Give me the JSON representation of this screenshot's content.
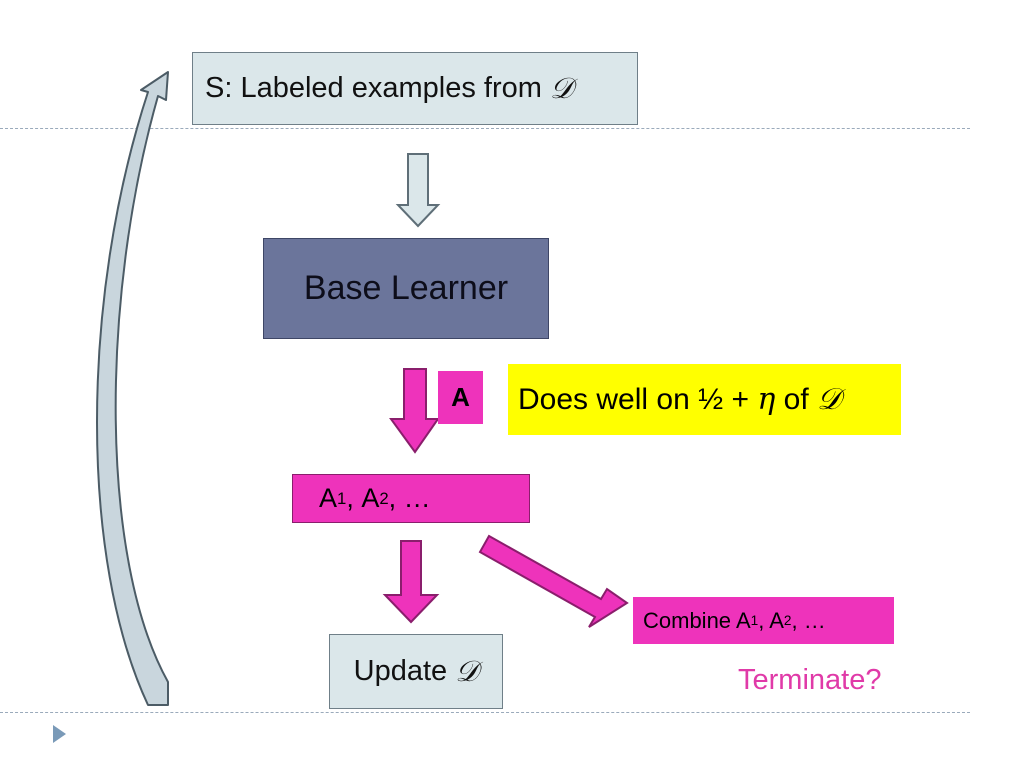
{
  "source": {
    "prefix": "S: Labeled examples from",
    "symbol": "𝒟"
  },
  "learner": {
    "label": "Base Learner"
  },
  "hypothesis_tag": {
    "label": "A"
  },
  "claim": {
    "prefix": "Does well on ½ +",
    "eta": "η",
    "mid": "of",
    "symbol": "𝒟"
  },
  "hypotheses": {
    "first": "A",
    "first_sub": "1",
    "sep": ", ",
    "second": "A",
    "second_sub": "2",
    "suffix": ", …"
  },
  "combine": {
    "prefix": "Combine A",
    "first_sub": "1",
    "mid": ", A",
    "second_sub": "2",
    "suffix": ", …"
  },
  "update": {
    "prefix": "Update",
    "symbol": "𝒟"
  },
  "terminate": {
    "label": "Terminate?"
  },
  "colors": {
    "magenta": "#ee33bb",
    "slate": "#6b759b",
    "pale": "#dbe7ea",
    "yellow": "#ffff00",
    "terminate_text": "#e03aa8"
  }
}
